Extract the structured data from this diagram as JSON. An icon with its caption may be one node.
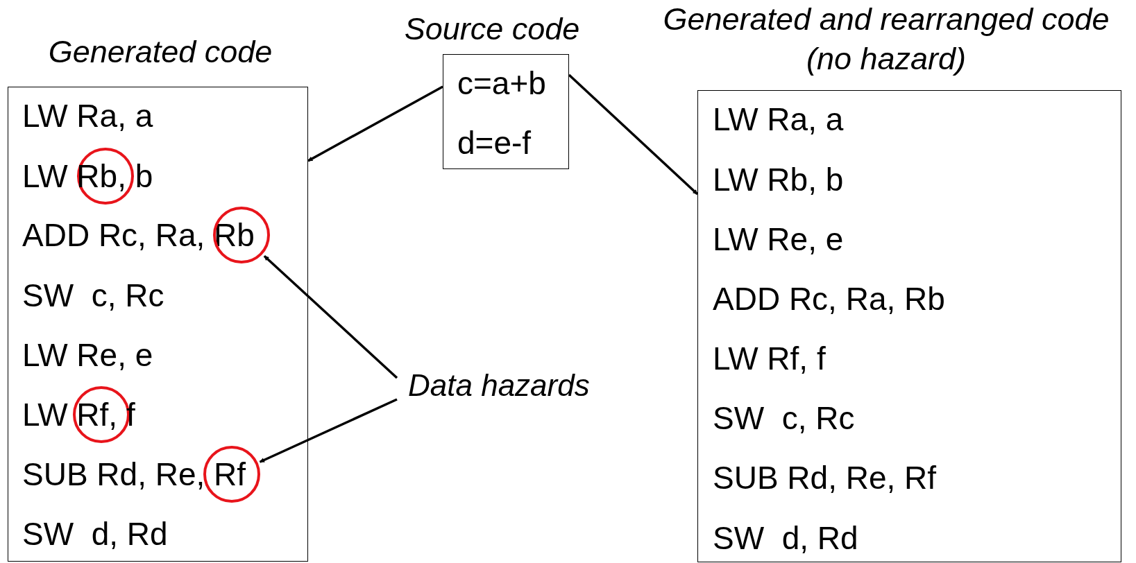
{
  "diagram": {
    "nodes": [
      {
        "text": [
          "Generated code",
          "LW Ra, a",
          "LW Rb, b",
          "ADD Rc, Ra, Rb",
          "SW  c, Rc",
          "LW Re, e",
          "LW Rf, f",
          "SUB Rd, Re, Rf",
          "SW  d, Rd"
        ]
      },
      {
        "text": [
          "Source code",
          "c=a+b",
          "d=e-f"
        ]
      },
      {
        "text": [
          "Generated and rearranged code (no hazard)",
          "LW Ra, a",
          "LW Rb, b",
          "LW Re, e",
          "ADD Rc, Ra, Rb",
          "LW Rf, f",
          "SW  c, Rc",
          "SUB Rd, Re, Rf",
          "SW  d, Rd"
        ]
      },
      {
        "text": [],
        "shape": "circle",
        "in": 0
      },
      {
        "text": [],
        "shape": "circle",
        "in": 0
      },
      {
        "text": [
          "Data hazards"
        ]
      }
    ],
    "edges": [
      {
        "from": 1,
        "to": 0,
        "arrow": "to"
      },
      {
        "from": 1,
        "to": 2,
        "arrow": "to"
      },
      {
        "from": 5,
        "to": 3,
        "arrow": "to"
      },
      {
        "from": 5,
        "to": 4,
        "arrow": "to"
      }
    ]
  }
}
